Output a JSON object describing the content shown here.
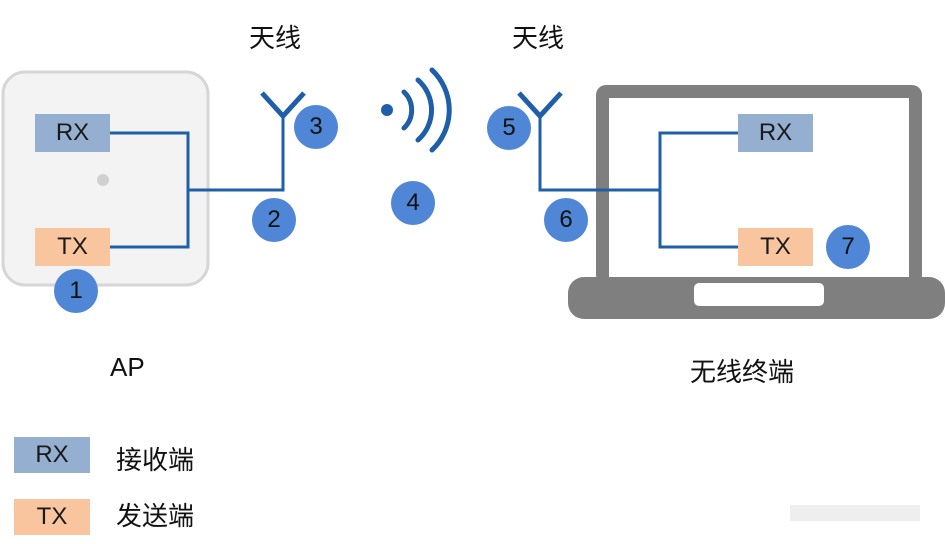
{
  "antenna_label": "天线",
  "ap": {
    "label": "AP",
    "rx": "RX",
    "tx": "TX"
  },
  "terminal": {
    "label": "无线终端",
    "rx": "RX",
    "tx": "TX"
  },
  "steps": [
    "1",
    "2",
    "3",
    "4",
    "5",
    "6",
    "7"
  ],
  "legend": [
    {
      "box": "RX",
      "text": "接收端"
    },
    {
      "box": "TX",
      "text": "发送端"
    }
  ],
  "colors": {
    "rx": "#94afd0",
    "tx": "#f8c59e",
    "line": "#1f5fa8",
    "step": "#4f86d6",
    "laptop": "#7f7f7f"
  }
}
